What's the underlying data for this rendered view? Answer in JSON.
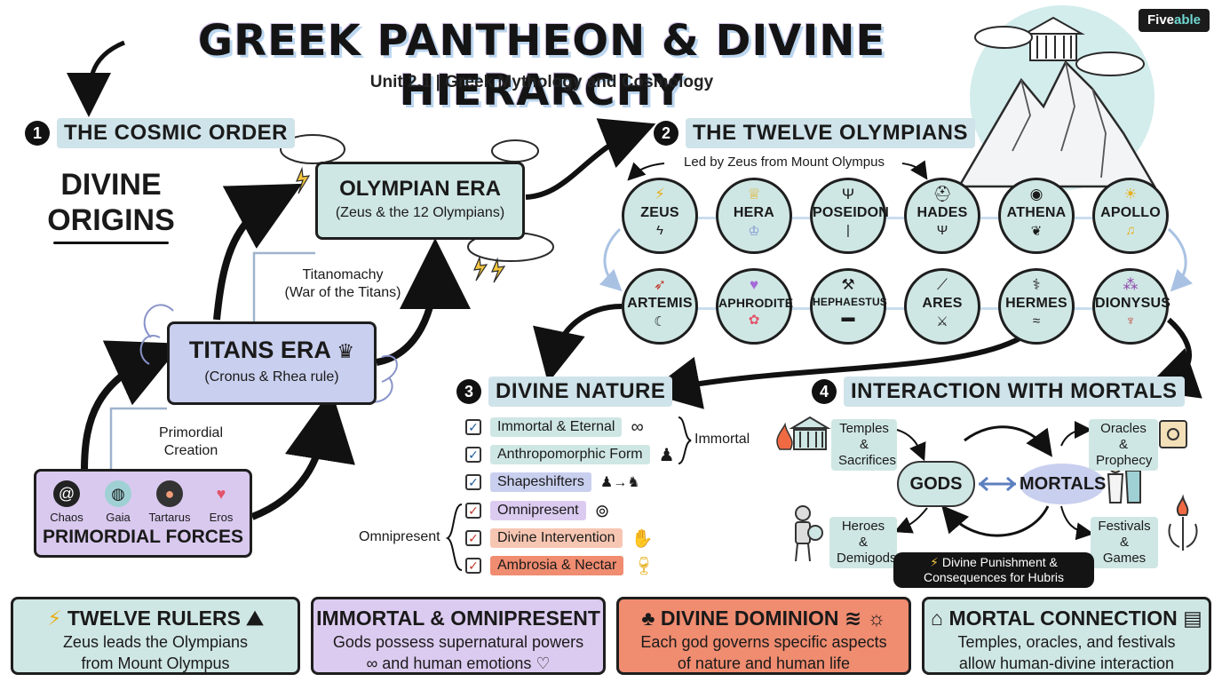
{
  "title": "GREEK PANTHEON & DIVINE HIERARCHY",
  "subtitle": "Unit 2.1 | Greek Mythology and Cosmology",
  "brand": {
    "part1": "Five",
    "part2": "able"
  },
  "section1": {
    "num": "1",
    "heading": "THE COSMIC ORDER",
    "divine_origins_line1": "DIVINE",
    "divine_origins_line2": "ORIGINS",
    "olympian_era": {
      "title": "OLYMPIAN ERA",
      "sub": "(Zeus & the 12 Olympians)"
    },
    "titanomachy_line1": "Titanomachy",
    "titanomachy_line2": "(War of the Titans)",
    "titans_era": {
      "title": "TITANS ERA",
      "sub": "(Cronus & Rhea rule)"
    },
    "primordial_creation_line1": "Primordial",
    "primordial_creation_line2": "Creation",
    "primordial_forces": {
      "label": "PRIMORDIAL FORCES",
      "items": [
        {
          "name": "Chaos",
          "icon": "spiral-icon"
        },
        {
          "name": "Gaia",
          "icon": "globe-icon"
        },
        {
          "name": "Tartarus",
          "icon": "abyss-icon"
        },
        {
          "name": "Eros",
          "icon": "winged-heart-icon"
        }
      ]
    }
  },
  "section2": {
    "num": "2",
    "heading": "THE TWELVE OLYMPIANS",
    "led_by": "Led by Zeus from Mount Olympus",
    "gods": [
      {
        "name": "ZEUS",
        "icon": "lightning-icon"
      },
      {
        "name": "HERA",
        "icon": "crown-icon"
      },
      {
        "name": "POSEIDON",
        "icon": "trident-icon"
      },
      {
        "name": "HADES",
        "icon": "helmet-icon"
      },
      {
        "name": "ATHENA",
        "icon": "owl-icon"
      },
      {
        "name": "APOLLO",
        "icon": "sun-icon"
      },
      {
        "name": "ARTEMIS",
        "icon": "bow-icon"
      },
      {
        "name": "APHRODITE",
        "icon": "heart-icon"
      },
      {
        "name": "HEPHAESTUS",
        "icon": "hammer-icon"
      },
      {
        "name": "ARES",
        "icon": "spear-icon"
      },
      {
        "name": "HERMES",
        "icon": "caduceus-icon"
      },
      {
        "name": "DIONYSUS",
        "icon": "grapes-icon"
      }
    ]
  },
  "section3": {
    "num": "3",
    "heading": "DIVINE NATURE",
    "traits": [
      {
        "label": "Immortal & Eternal",
        "color": "#cfe7e4",
        "icon": "infinity-icon"
      },
      {
        "label": "Anthropomorphic Form",
        "color": "#cfe7e4",
        "icon": "person-icon"
      },
      {
        "label": "Shapeshifters",
        "color": "#c9cfee",
        "icon": "shapeshift-icon"
      },
      {
        "label": "Omnipresent",
        "color": "#dccbf0",
        "icon": "venn-icon"
      },
      {
        "label": "Divine Intervention",
        "color": "#f7c6b2",
        "icon": "hand-icon"
      },
      {
        "label": "Ambrosia & Nectar",
        "color": "#f08c70",
        "icon": "goblet-icon"
      }
    ],
    "brace_immortal": "Immortal",
    "brace_omnipresent": "Omnipresent"
  },
  "section4": {
    "num": "4",
    "heading": "INTERACTION WITH MORTALS",
    "temples": "Temples & Sacrifices",
    "oracles": "Oracles & Prophecy",
    "gods": "GODS",
    "mortals": "MORTALS",
    "heroes": "Heroes & Demigods",
    "festivals": "Festivals & Games",
    "punishment": "Divine Punishment & Consequences for Hubris"
  },
  "cards": [
    {
      "title": "TWELVE RULERS",
      "desc_line1": "Zeus leads the Olympians",
      "desc_line2": "from Mount Olympus",
      "color": "#cfe7e4",
      "icon": "lightning-icon"
    },
    {
      "title": "IMMORTAL & OMNIPRESENT",
      "desc_line1": "Gods possess supernatural powers",
      "desc_line2": "and human emotions",
      "color": "#dccbf0",
      "icon": "infinity-icon"
    },
    {
      "title": "DIVINE DOMINION",
      "desc_line1": "Each god governs specific aspects",
      "desc_line2": "of nature and human life",
      "color": "#f08c70",
      "icon": "trees-icon"
    },
    {
      "title": "MORTAL CONNECTION",
      "desc_line1": "Temples, oracles, and festivals",
      "desc_line2": "allow human-divine interaction",
      "color": "#cfe7e4",
      "icon": "temple-icon"
    }
  ]
}
